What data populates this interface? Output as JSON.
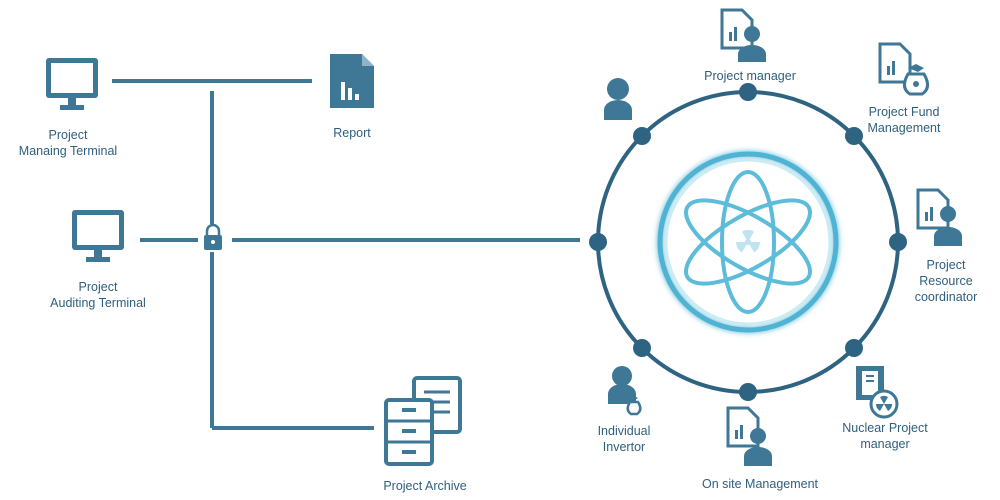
{
  "colors": {
    "primary": "#3f7796",
    "ring": "#2f6382",
    "atom_light": "#8fd2e6",
    "atom_mid": "#4fb3d3",
    "text": "#2f5f7e"
  },
  "nodes": {
    "managing_terminal": {
      "label_lines": [
        "Project",
        "Manaing Terminal"
      ],
      "icon": "monitor-icon"
    },
    "auditing_terminal": {
      "label_lines": [
        "Project",
        "Auditing Terminal"
      ],
      "icon": "monitor-icon"
    },
    "report": {
      "label": "Report",
      "icon": "report-document-icon"
    },
    "archive": {
      "label": "Project Archive",
      "icon": "archive-cabinet-icon"
    },
    "lock": {
      "icon": "padlock-icon"
    }
  },
  "hub": {
    "icon": "atom-icon",
    "center_icon": "radiation-icon"
  },
  "roles": {
    "project_manager": {
      "label": "Project manager",
      "icon": "document-user-icon"
    },
    "fund_management": {
      "label_lines": [
        "Project Fund",
        "Management"
      ],
      "icon": "document-moneybag-icon"
    },
    "resource_coordinator": {
      "label_lines": [
        "Project",
        "Resource",
        "coordinator"
      ],
      "icon": "document-user-icon"
    },
    "nuclear_manager": {
      "label_lines": [
        "Nuclear Project",
        "manager"
      ],
      "icon": "folder-radiation-icon"
    },
    "onsite_management": {
      "label": "On site Management",
      "icon": "document-user-icon"
    },
    "individual_investor": {
      "label_lines": [
        "Individual",
        "Invertor"
      ],
      "icon": "user-moneybag-icon"
    },
    "unlabeled_user": {
      "icon": "user-icon"
    }
  }
}
